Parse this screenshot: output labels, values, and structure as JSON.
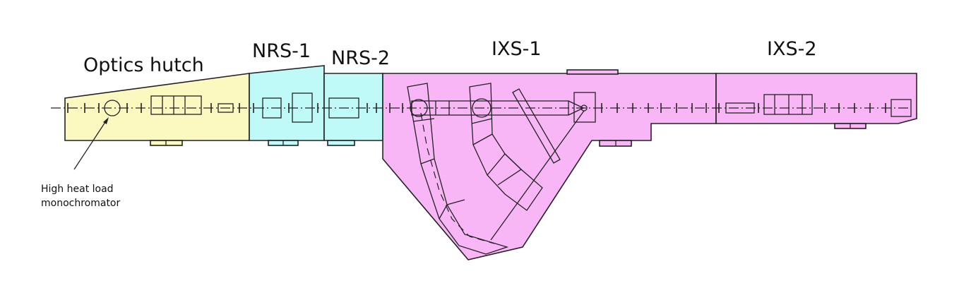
{
  "hutches": [
    {
      "id": "optics",
      "label": "Optics hutch",
      "fill": "#fbf8c0"
    },
    {
      "id": "nrs1",
      "label": "NRS-1",
      "fill": "#bffaf8"
    },
    {
      "id": "nrs2",
      "label": "NRS-2",
      "fill": "#bffaf8"
    },
    {
      "id": "ixs1",
      "label": "IXS-1",
      "fill": "#f9b6f6"
    },
    {
      "id": "ixs2",
      "label": "IXS-2",
      "fill": "#f9b6f6"
    }
  ],
  "annotations": {
    "monochromator_line1": "High heat load",
    "monochromator_line2": "monochromator"
  },
  "colors": {
    "outline": "#222222",
    "optics": "#fbf8c0",
    "nrs": "#bffaf8",
    "ixs": "#f9b6f6"
  }
}
